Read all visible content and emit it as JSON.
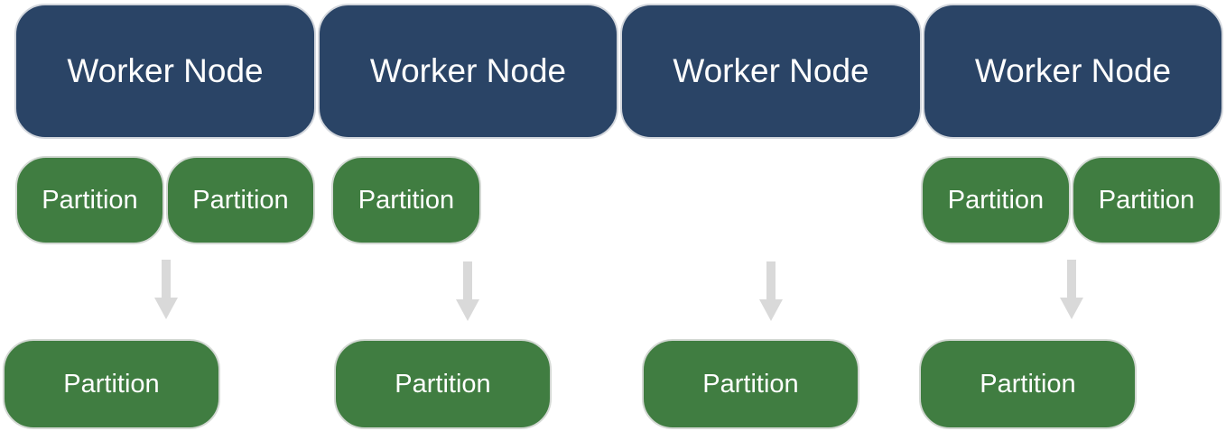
{
  "worker_nodes": [
    {
      "label": "Worker Node"
    },
    {
      "label": "Worker Node"
    },
    {
      "label": "Worker Node"
    },
    {
      "label": "Worker Node"
    }
  ],
  "input_partitions": [
    {
      "node": 1,
      "label": "Partition"
    },
    {
      "node": 1,
      "label": "Partition"
    },
    {
      "node": 2,
      "label": "Partition"
    },
    {
      "node": 4,
      "label": "Partition"
    },
    {
      "node": 4,
      "label": "Partition"
    }
  ],
  "output_partitions": [
    {
      "label": "Partition"
    },
    {
      "label": "Partition"
    },
    {
      "label": "Partition"
    },
    {
      "label": "Partition"
    }
  ],
  "colors": {
    "worker_node": "#2a4466",
    "partition": "#407d41",
    "arrow": "#d9d9d9",
    "border": "#d2d6dc"
  }
}
